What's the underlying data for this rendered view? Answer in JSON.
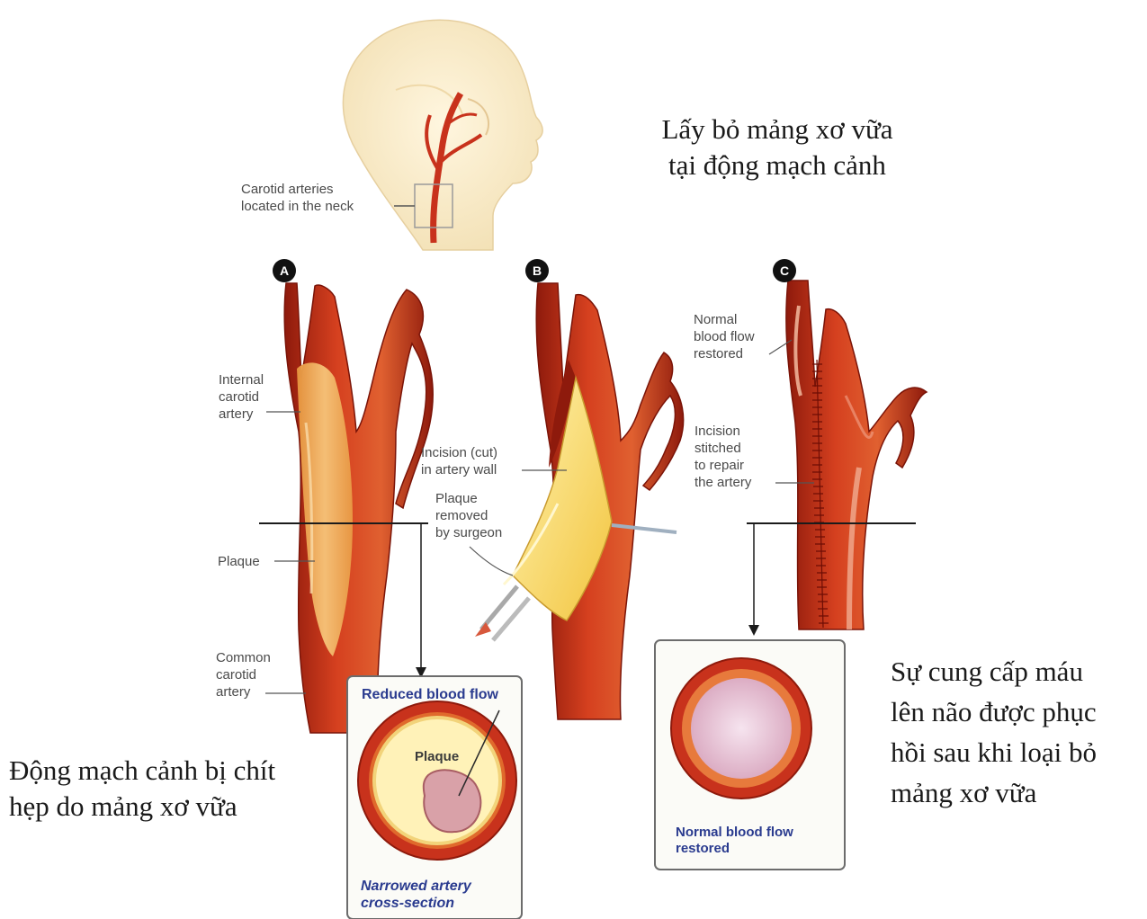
{
  "title_vi": "Lấy bỏ mảng xơ vữa\ntại động mạch cảnh",
  "caption_left_vi": "Động mạch cảnh bị chít\nhẹp do mảng xơ vữa",
  "caption_right_vi": "Sự cung cấp máu\nlên não được phục\nhồi sau khi loại bỏ\nmảng xơ vữa",
  "labels": {
    "carotid_neck": "Carotid arteries\nlocated in the neck",
    "internal_carotid": "Internal\ncarotid\nartery",
    "plaque": "Plaque",
    "common_carotid": "Common\ncarotid\nartery",
    "incision_cut": "Incision (cut)\nin artery wall",
    "plaque_removed": "Plaque\nremoved\nby surgeon",
    "normal_flow": "Normal\nblood flow\nrestored",
    "incision_stitched": "Incision\nstitched\nto repair\nthe artery"
  },
  "markers": [
    "A",
    "B",
    "C"
  ],
  "box_a": {
    "title": "Reduced blood flow",
    "inner_label": "Plaque",
    "footer": "Narrowed artery\ncross-section"
  },
  "box_c": {
    "footer": "Normal blood flow\nrestored"
  },
  "colors": {
    "artery": "#c8321c",
    "artery_dark": "#8e1a0c",
    "plaque": "#f2b25a",
    "plaque_light": "#fbe9b0",
    "box_border": "#6c6c6c",
    "box_text": "#2a3b8f"
  }
}
